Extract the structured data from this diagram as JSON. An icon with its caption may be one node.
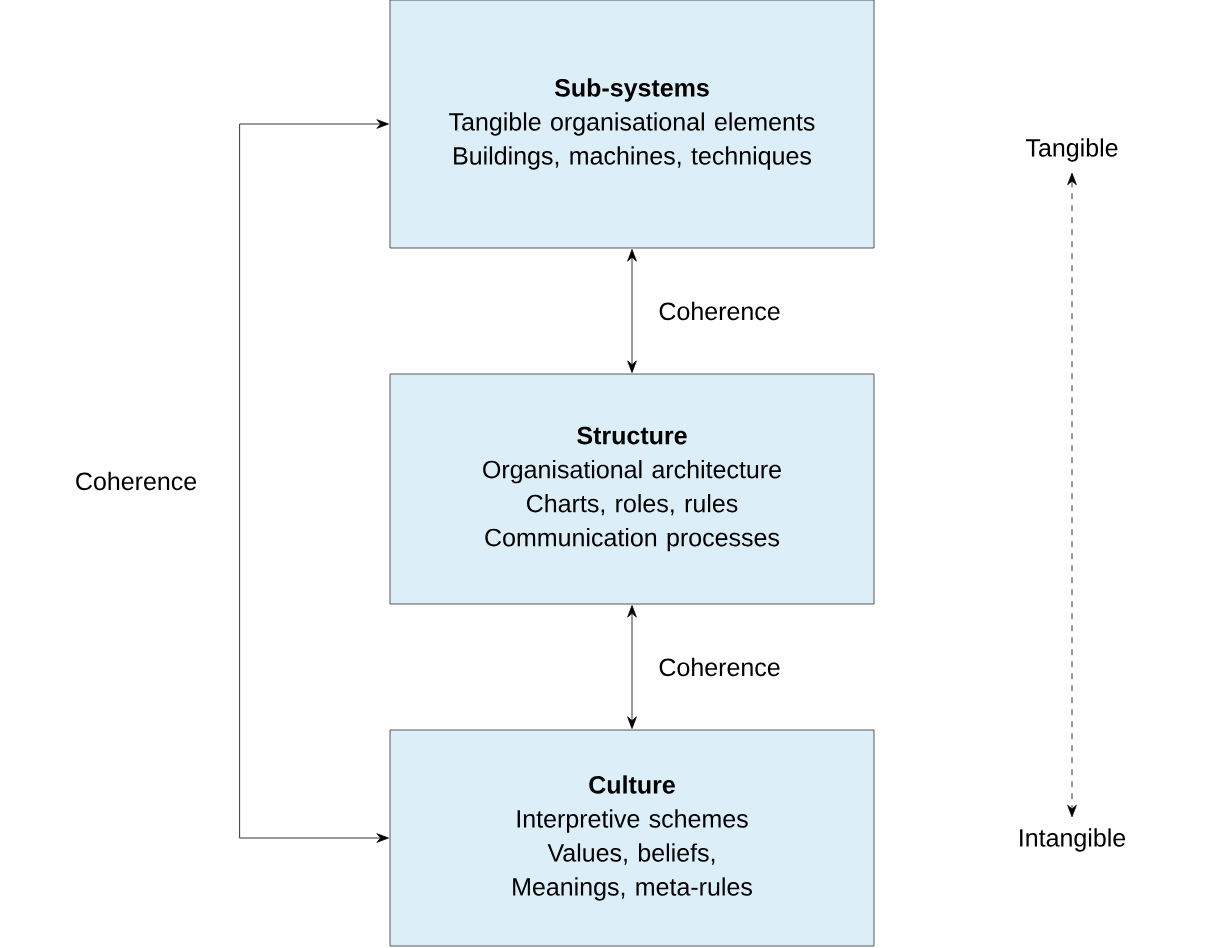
{
  "diagram": {
    "nodes": [
      {
        "text": [
          "Sub-systems",
          "Tangible organisational elements",
          "Buildings, machines, techniques"
        ]
      },
      {
        "text": [
          "Structure",
          "Organisational architecture",
          "Charts, roles, rules",
          "Communication processes"
        ]
      },
      {
        "text": [
          "Culture",
          "Interpretive schemes",
          "Values, beliefs,",
          "Meanings, meta-rules"
        ]
      },
      {
        "text": [
          "Tangible"
        ]
      },
      {
        "text": [
          "Intangible"
        ]
      }
    ],
    "edges": [
      {
        "from": 0,
        "to": 1,
        "arrow": "both",
        "label": "Coherence"
      },
      {
        "from": 1,
        "to": 2,
        "arrow": "both",
        "label": "Coherence"
      },
      {
        "from": 0,
        "to": 2,
        "arrow": "both",
        "label": "Coherence"
      },
      {
        "from": 3,
        "to": 4,
        "arrow": "both",
        "style": "dashed"
      }
    ]
  }
}
